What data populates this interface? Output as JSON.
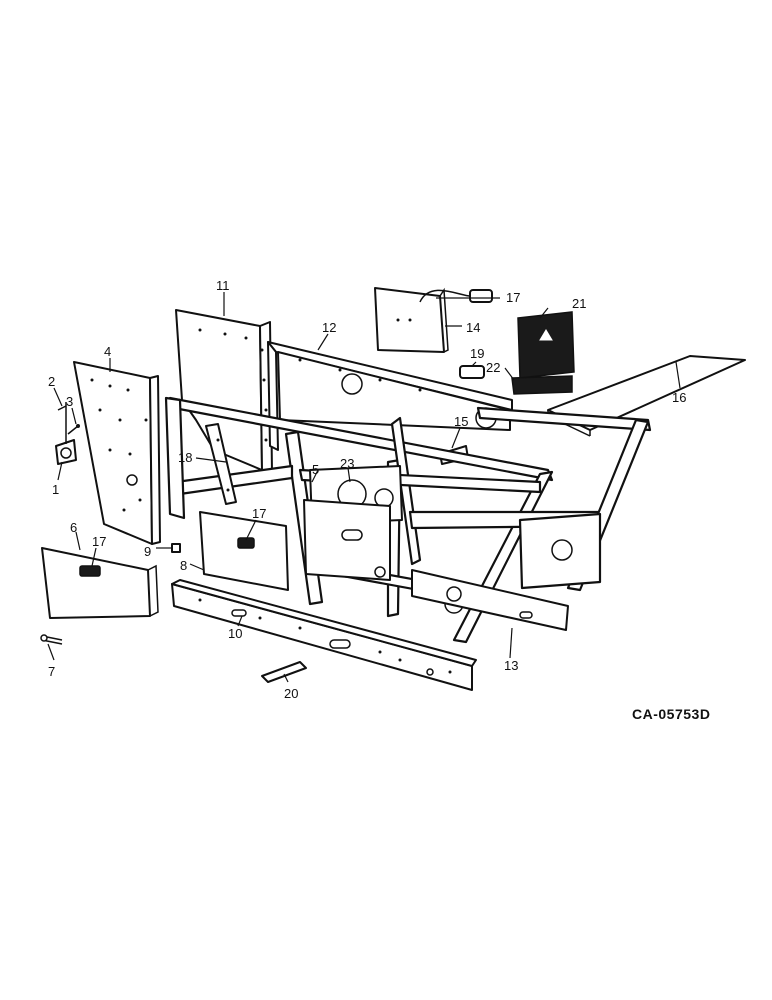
{
  "drawing_code": "CA-05753D",
  "callouts": [
    "1",
    "2",
    "3",
    "4",
    "5",
    "6",
    "7",
    "8",
    "9",
    "10",
    "11",
    "12",
    "13",
    "14",
    "15",
    "16",
    "17",
    "17",
    "17",
    "18",
    "19",
    "20",
    "21",
    "22",
    "23"
  ]
}
